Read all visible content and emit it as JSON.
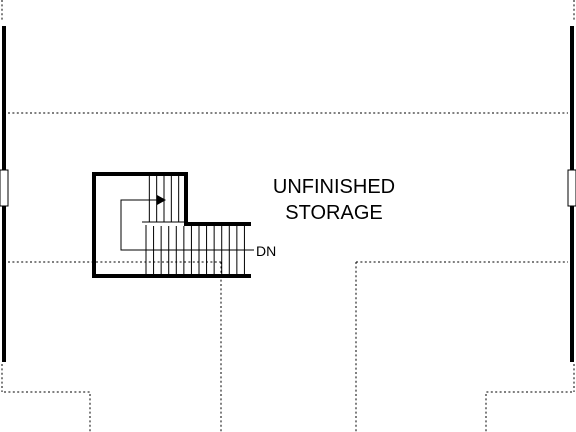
{
  "floor_plan": {
    "room_label_line1": "UNFINISHED",
    "room_label_line2": "STORAGE",
    "stair_label": "DN",
    "lower_stair_tread_count": 14,
    "upper_stair_tread_count": 6,
    "line_color": "#000000",
    "background_color": "#ffffff"
  }
}
